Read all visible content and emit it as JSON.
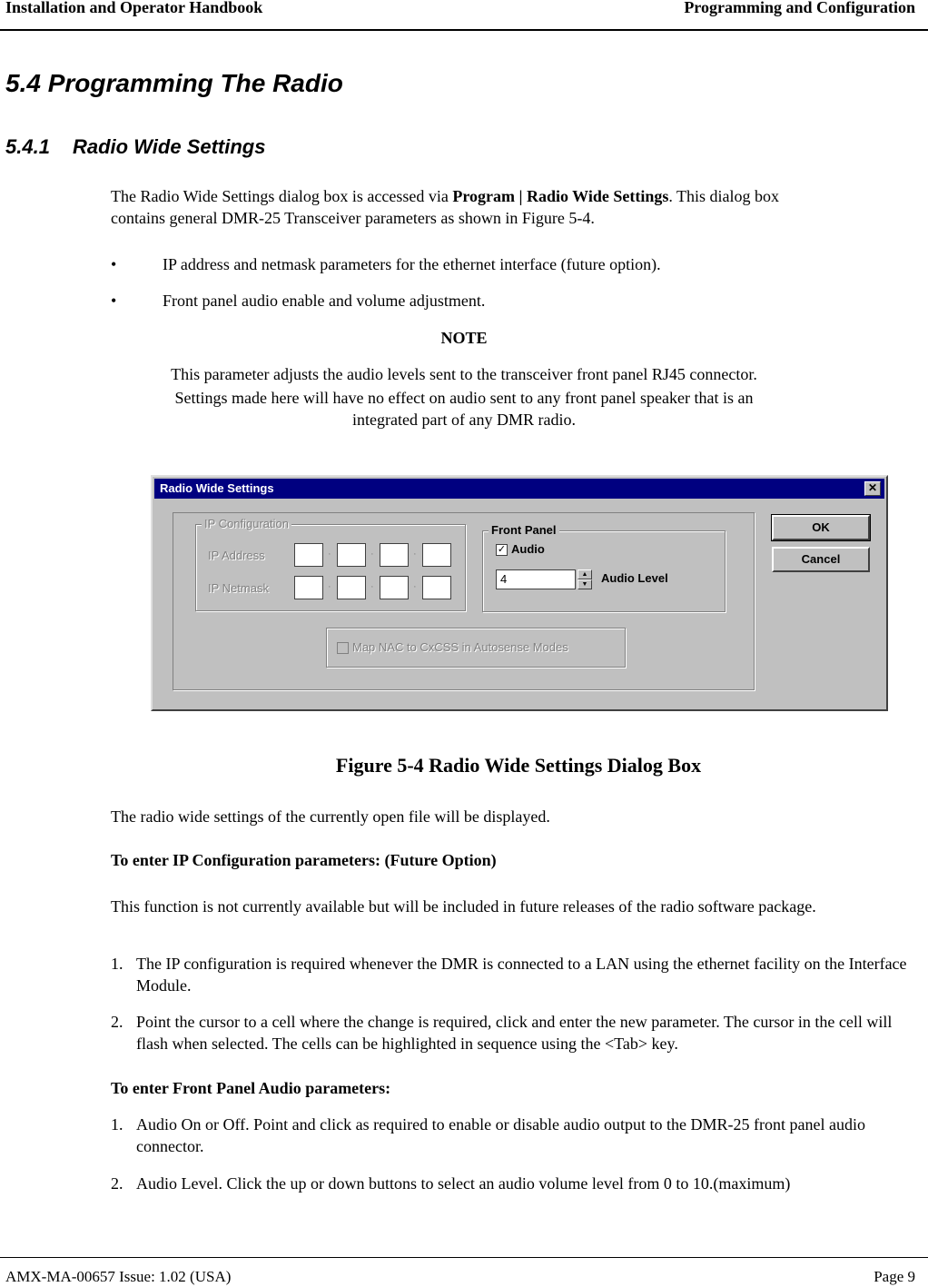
{
  "header": {
    "left": "Installation and Operator Handbook",
    "right": "Programming and Configuration"
  },
  "section": {
    "title": "5.4  Programming The Radio",
    "sub_number": "5.4.1",
    "sub_title": "Radio Wide Settings"
  },
  "intro": {
    "pre": "The Radio Wide Settings dialog box is accessed via ",
    "menu_path": "Program | Radio Wide Settings",
    "post": ".  This dialog box",
    "line2": "contains general DMR-25 Transceiver parameters as shown in Figure 5-4."
  },
  "bullets": [
    "IP address and netmask parameters for the ethernet interface (future option).",
    "Front panel audio enable and volume adjustment."
  ],
  "bullet_char": "•",
  "note": {
    "title": "NOTE",
    "line1": "This parameter adjusts the audio levels sent to the transceiver front panel RJ45 connector.",
    "line2": "Settings made here will have no effect on audio sent to any front panel speaker that is an",
    "line3": "integrated part of any DMR radio."
  },
  "dialog": {
    "title": "Radio Wide Settings",
    "close_glyph": "✕",
    "ip_group_label": "IP Configuration",
    "ip_address_label": "IP Address",
    "ip_netmask_label": "IP Netmask",
    "front_panel_label": "Front Panel",
    "audio_checkbox_label": "Audio",
    "audio_checked": true,
    "audio_level_value": "4",
    "audio_level_label": "Audio Level",
    "map_nac_label": "Map NAC to CxCSS in Autosense Modes",
    "ok_label": "OK",
    "cancel_label": "Cancel"
  },
  "figure_caption": "Figure 5-4 Radio Wide Settings Dialog Box",
  "body": {
    "p1": "The radio wide settings of the currently open file will be displayed.",
    "ip_heading": "To enter IP Configuration parameters: (Future Option)",
    "p2": "This function is not currently available but will be included in future releases of the radio software package.",
    "ip_steps": [
      {
        "n": "1.",
        "text": "The IP configuration is required whenever the DMR is connected to a LAN using the ethernet facility on the Interface Module."
      },
      {
        "n": "2.",
        "text": "Point the cursor to a cell where the change is required, click and enter the new parameter. The cursor in the cell will flash when selected. The cells can be highlighted in sequence using the <Tab> key."
      }
    ],
    "audio_heading": "To enter Front Panel Audio parameters:",
    "audio_steps": [
      {
        "n": "1.",
        "text": "Audio On or Off. Point and click as required to enable or disable audio output to the DMR-25 front panel audio connector."
      },
      {
        "n": "2.",
        "text": "Audio Level. Click the up or down buttons to select an audio volume level from 0 to 10.(maximum)"
      }
    ]
  },
  "footer": {
    "left": "AMX-MA-00657 Issue: 1.02 (USA)",
    "right": "Page 9"
  }
}
